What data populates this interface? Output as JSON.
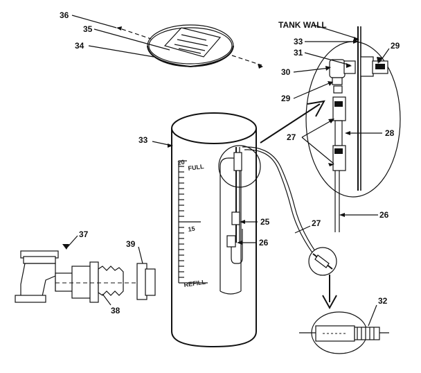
{
  "diagram": {
    "heading": "TANK WALL",
    "callouts": [
      {
        "id": "c36",
        "label": "36"
      },
      {
        "id": "c35",
        "label": "35"
      },
      {
        "id": "c34",
        "label": "34"
      },
      {
        "id": "c33a",
        "label": "33"
      },
      {
        "id": "c31",
        "label": "31"
      },
      {
        "id": "c29a",
        "label": "29"
      },
      {
        "id": "c30",
        "label": "30"
      },
      {
        "id": "c29b",
        "label": "29"
      },
      {
        "id": "c28",
        "label": "28"
      },
      {
        "id": "c27a",
        "label": "27"
      },
      {
        "id": "c33b",
        "label": "33"
      },
      {
        "id": "c25",
        "label": "25"
      },
      {
        "id": "c27b",
        "label": "27"
      },
      {
        "id": "c26a",
        "label": "26"
      },
      {
        "id": "c26b",
        "label": "26"
      },
      {
        "id": "c37",
        "label": "37"
      },
      {
        "id": "c39",
        "label": "39"
      },
      {
        "id": "c38",
        "label": "38"
      },
      {
        "id": "c32",
        "label": "32"
      }
    ],
    "tank_scale": {
      "top": "20",
      "top_unit": "FULL",
      "mid": "15",
      "bottom": "REFILL"
    }
  }
}
